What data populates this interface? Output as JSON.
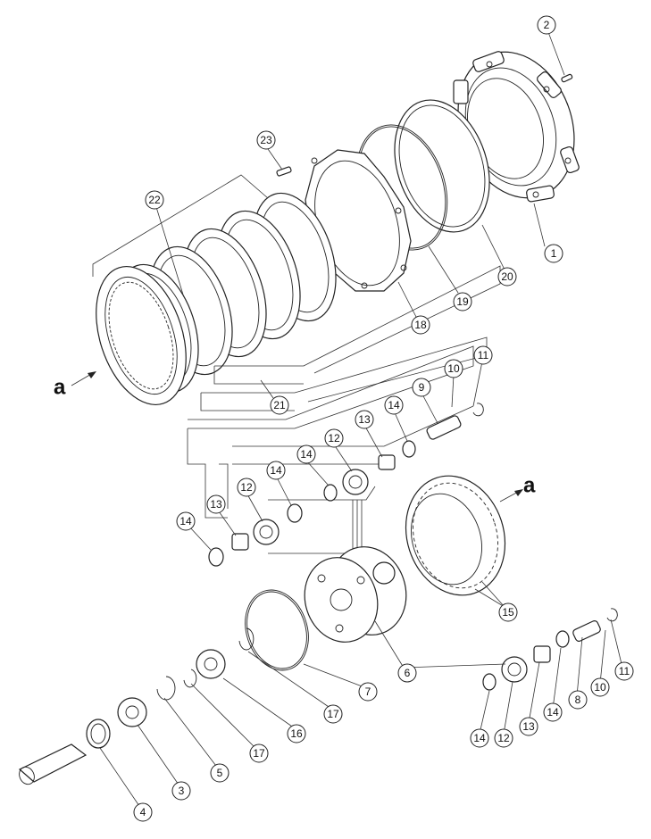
{
  "diagram": {
    "view_labels": [
      "a",
      "a"
    ],
    "callouts": [
      "1",
      "2",
      "3",
      "4",
      "5",
      "6",
      "7",
      "8",
      "9",
      "10",
      "10",
      "11",
      "11",
      "12",
      "12",
      "12",
      "13",
      "13",
      "13",
      "14",
      "14",
      "14",
      "14",
      "14",
      "14",
      "15",
      "16",
      "17",
      "17",
      "18",
      "19",
      "20",
      "21",
      "22",
      "23"
    ]
  }
}
